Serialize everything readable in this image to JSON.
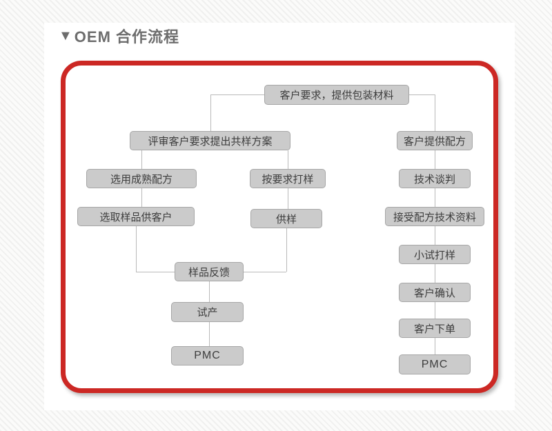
{
  "header": {
    "marker": "▼",
    "title": "OEM 合作流程"
  },
  "flowchart": {
    "accent_color": "#cc2824",
    "node_fill_color": "#cbcbcb",
    "connector_color": "#b9b9b9",
    "nodes": [
      {
        "id": "customer-requirements-packaging",
        "label": "客户要求，提供包装材料"
      },
      {
        "id": "review-requirements-sample-plan",
        "label": "评审客户要求提出共样方案"
      },
      {
        "id": "customer-provides-formula",
        "label": "客户提供配方"
      },
      {
        "id": "select-mature-formula",
        "label": "选用成熟配方"
      },
      {
        "id": "sample-per-requirements",
        "label": "按要求打样"
      },
      {
        "id": "technical-negotiation",
        "label": "技术谈判"
      },
      {
        "id": "select-samples-for-customer",
        "label": "选取样品供客户"
      },
      {
        "id": "provide-sample",
        "label": "供样"
      },
      {
        "id": "accept-formula-technical-data",
        "label": "接受配方技术资料"
      },
      {
        "id": "small-trial-sampling",
        "label": "小试打样"
      },
      {
        "id": "customer-confirmation",
        "label": "客户确认"
      },
      {
        "id": "customer-order",
        "label": "客户下单"
      },
      {
        "id": "pmc-right",
        "label": "PMC"
      },
      {
        "id": "sample-feedback",
        "label": "样品反馈"
      },
      {
        "id": "trial-production",
        "label": "试产"
      },
      {
        "id": "pmc-middle",
        "label": "PMC"
      }
    ]
  }
}
